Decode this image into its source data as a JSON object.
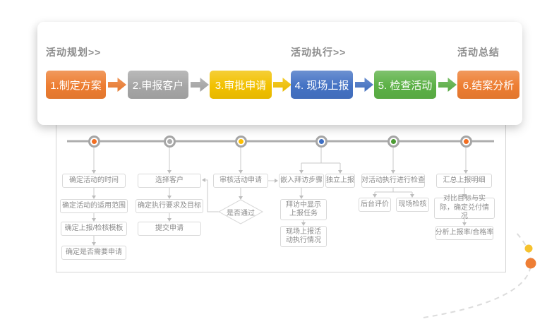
{
  "phases": [
    {
      "label": "活动规划>>"
    },
    {
      "label": "活动执行>>"
    },
    {
      "label": "活动总结"
    }
  ],
  "steps": [
    {
      "label": "1.制定方案",
      "color": "#ED7D31"
    },
    {
      "label": "2.申报客户",
      "color": "#A6A6A6"
    },
    {
      "label": "3.审批申请",
      "color": "#F2C100"
    },
    {
      "label": "4. 现场上报",
      "color": "#4472C4"
    },
    {
      "label": "5. 检查活动",
      "color": "#5CB146"
    },
    {
      "label": "6.结案分析",
      "color": "#ED7D31"
    }
  ],
  "timeline": {
    "node_colors": [
      "#F26D21",
      "#ACACAC",
      "#FFC000",
      "#3C6EC4",
      "#4C9B33",
      "#F26D21"
    ]
  },
  "flow": {
    "col1": [
      "确定活动的时间",
      "确定活动的适用范围",
      "确定上报/检核模板",
      "确定是否需要申请"
    ],
    "col2": [
      "选择客户",
      "确定执行要求及目标",
      "提交申请"
    ],
    "col3": {
      "review": "审核活动申请",
      "decision": "是否通过"
    },
    "col4": {
      "embed": "嵌入拜访步骤",
      "independent": "独立上报",
      "task": "拜访中显示上报任务",
      "report": "现场上报活动执行情况"
    },
    "col5": {
      "check": "对活动执行进行检查",
      "backend": "后台评价",
      "onsite": "现场检核"
    },
    "col6": [
      "汇总上报明细",
      "对比目标与实际，确定兑付情况",
      "分析上报率/合格率"
    ]
  },
  "decor": {
    "yellow_dot": "#F6C22E",
    "orange_dot": "#EE7E35"
  }
}
